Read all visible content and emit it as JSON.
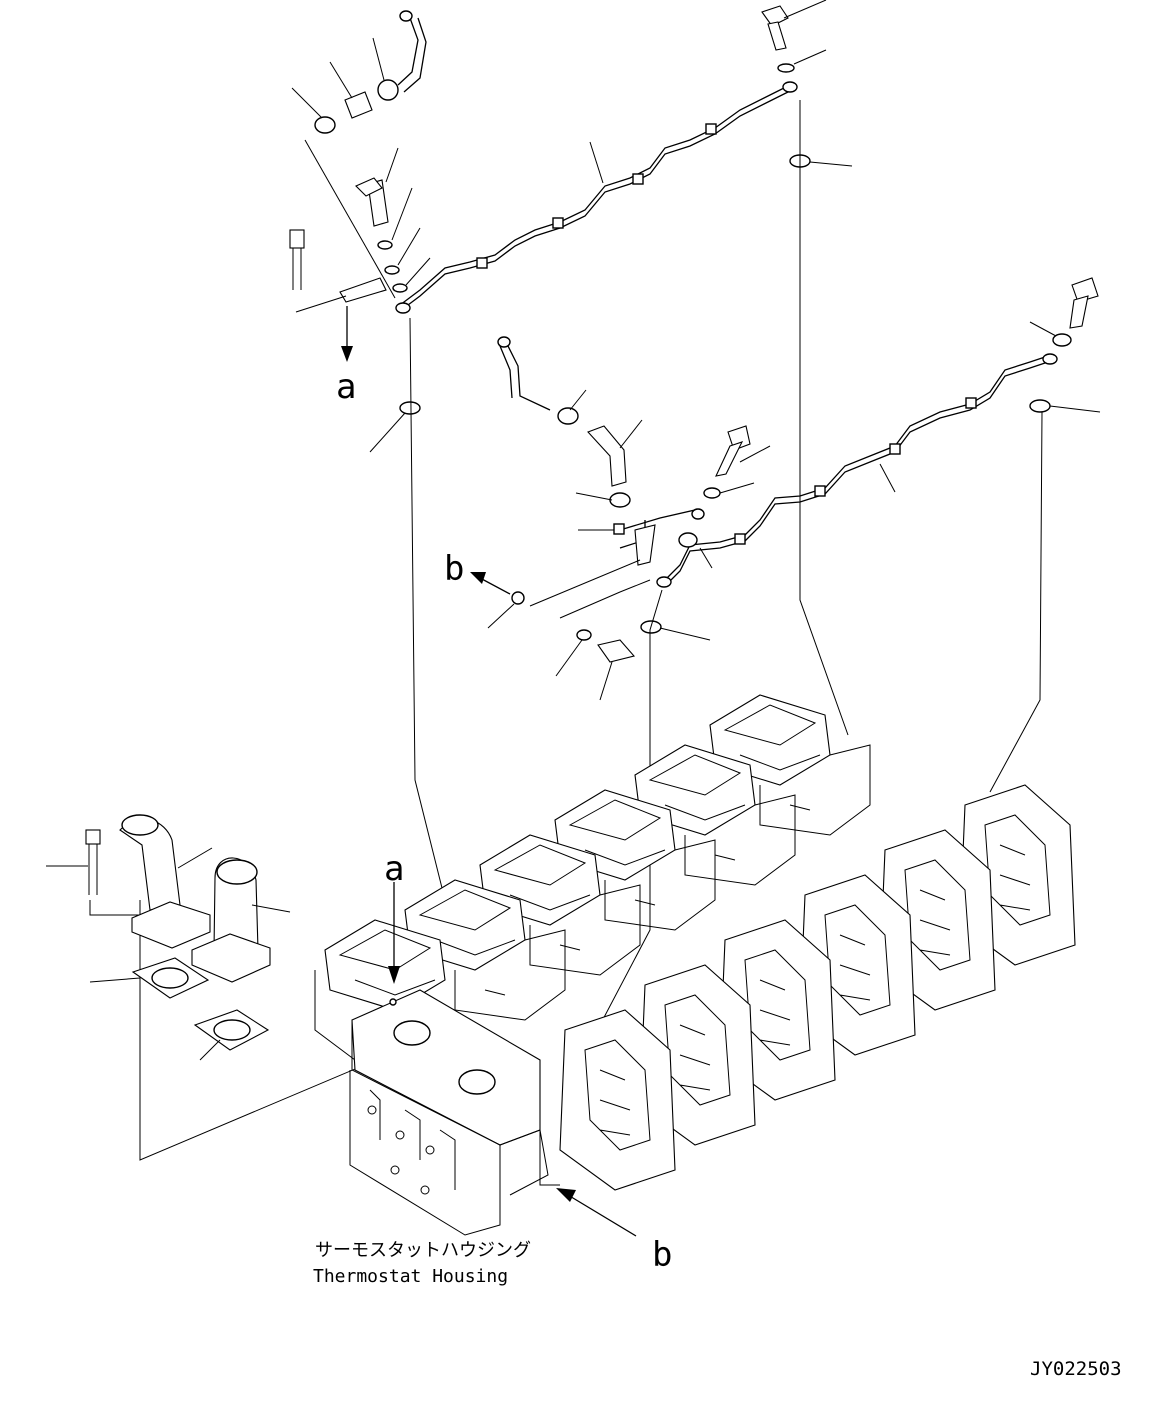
{
  "callouts": {
    "a_top": "a",
    "a_bottom": "a",
    "b_left": "b",
    "b_bottom": "b"
  },
  "caption": {
    "japanese": "サーモスタットハウジング",
    "english": "Thermostat Housing"
  },
  "drawing_number": "JY022503"
}
